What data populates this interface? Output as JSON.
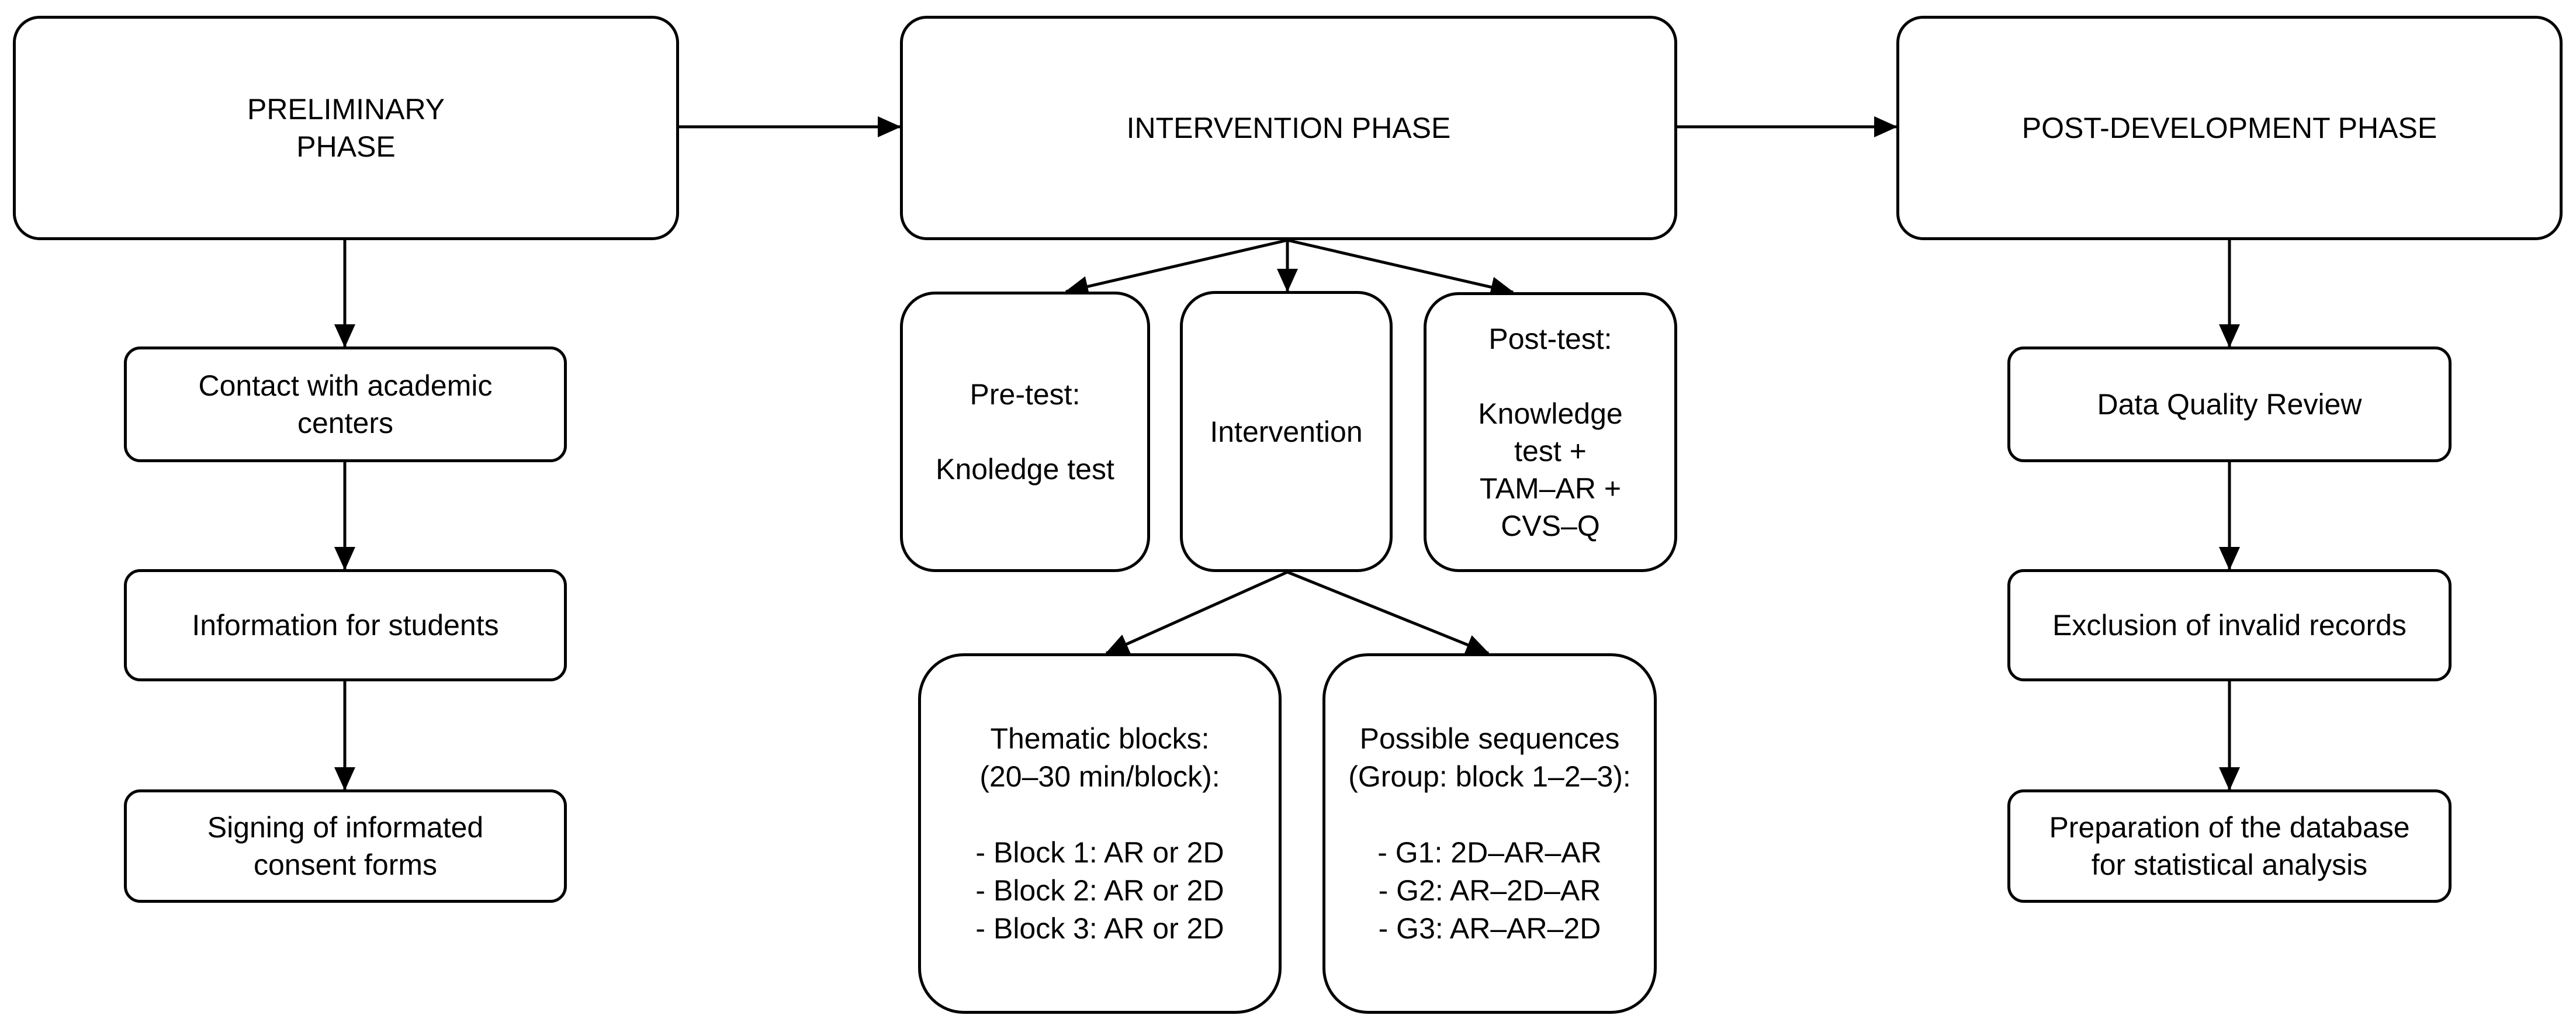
{
  "nodes": {
    "preliminary": {
      "label": "PRELIMINARY\nPHASE"
    },
    "intervention_phase": {
      "label": "INTERVENTION PHASE"
    },
    "post_development": {
      "label": "POST-DEVELOPMENT PHASE"
    },
    "contact": {
      "label": "Contact with academic\ncenters"
    },
    "information": {
      "label": "Information for students"
    },
    "signing": {
      "label": "Signing of informated\nconsent forms"
    },
    "pretest": {
      "label": "Pre-test:\n\nKnoledge test"
    },
    "intervention": {
      "label": "Intervention"
    },
    "posttest": {
      "label": "Post-test:\n\nKnowledge\ntest +\nTAM–AR +\nCVS–Q"
    },
    "thematic": {
      "label": "Thematic blocks:\n(20–30 min/block):\n\n- Block 1: AR or 2D\n- Block 2: AR or 2D\n- Block 3: AR or 2D"
    },
    "sequences": {
      "label": "Possible sequences\n(Group: block 1–2–3):\n\n- G1: 2D–AR–AR\n- G2: AR–2D–AR\n- G3: AR–AR–2D"
    },
    "quality": {
      "label": "Data Quality Review"
    },
    "exclusion": {
      "label": "Exclusion of invalid records"
    },
    "preparation": {
      "label": "Preparation of the database\nfor statistical analysis"
    }
  },
  "edges": [
    {
      "from": "preliminary",
      "to": "intervention_phase"
    },
    {
      "from": "intervention_phase",
      "to": "post_development"
    },
    {
      "from": "preliminary",
      "to": "contact"
    },
    {
      "from": "contact",
      "to": "information"
    },
    {
      "from": "information",
      "to": "signing"
    },
    {
      "from": "intervention_phase",
      "to": "pretest"
    },
    {
      "from": "intervention_phase",
      "to": "intervention"
    },
    {
      "from": "intervention_phase",
      "to": "posttest"
    },
    {
      "from": "intervention",
      "to": "thematic"
    },
    {
      "from": "intervention",
      "to": "sequences"
    },
    {
      "from": "post_development",
      "to": "quality"
    },
    {
      "from": "quality",
      "to": "exclusion"
    },
    {
      "from": "exclusion",
      "to": "preparation"
    }
  ],
  "colors": {
    "stroke": "#000000",
    "fill": "#ffffff",
    "text": "#000000"
  }
}
